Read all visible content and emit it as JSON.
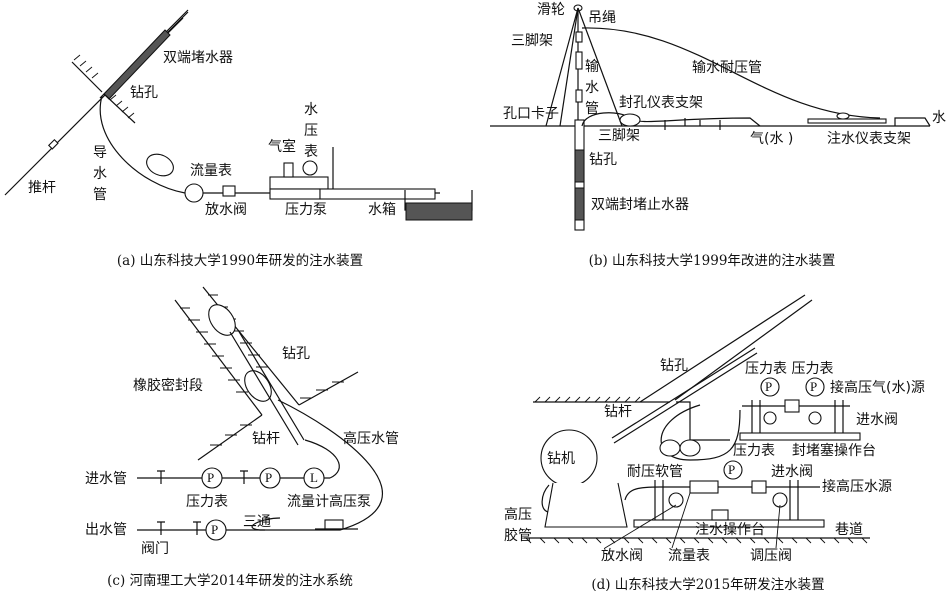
{
  "panel_a": {
    "caption": "(a) 山东科技大学1990年研发的注水装置",
    "labels": {
      "packer": "双端堵水器",
      "borehole": "钻孔",
      "guide_pipe": "导水管",
      "push_rod": "推杆",
      "flowmeter": "流量表",
      "air_chamber": "气室",
      "pressure_gauge": "水压表",
      "drain_valve": "放水阀",
      "pump": "压力泵",
      "tank": "水箱"
    }
  },
  "panel_b": {
    "caption": "(b) 山东科技大学1999年改进的注水装置",
    "labels": {
      "pulley": "滑轮",
      "rope": "吊绳",
      "tripod_top": "三脚架",
      "hose": "输水耐压管",
      "water_pipe": "输水管",
      "clamp": "孔口卡子",
      "seal_bracket": "封孔仪表支架",
      "water": "水",
      "tripod_bottom": "三脚架",
      "borehole": "钻孔",
      "gas_water": "气(水 )",
      "injection_bracket": "注水仪表支架",
      "packer": "双端封堵止水器"
    }
  },
  "panel_c": {
    "caption": "(c) 河南理工大学2014年研发的注水系统",
    "labels": {
      "borehole": "钻孔",
      "rubber_seal": "橡胶密封段",
      "drill_rod": "钻杆",
      "hp_pipe": "高压水管",
      "inlet": "进水管",
      "gauge": "压力表",
      "flow_pump": "流量计高压泵",
      "tee": "三通",
      "outlet": "出水管",
      "valve": "阀门"
    },
    "symbols": {
      "p": "P",
      "l": "L"
    }
  },
  "panel_d": {
    "caption": "(d) 山东科技大学2015年研发注水装置",
    "labels": {
      "borehole": "钻孔",
      "gauges_top": "压力表 压力表",
      "hp_gas_source": "接高压气(水)源",
      "drill_rod": "钻杆",
      "inlet_valve_top": "进水阀",
      "rig": "钻机",
      "gauge_mid": "压力表",
      "plug_table": "封堵塞操作台",
      "soft_hose": "耐压软管",
      "inlet_valve_mid": "进水阀",
      "hp_water_source": "接高压水源",
      "hp_rubber_hose": "高压胶管",
      "roadway": "巷道",
      "injection_table": "注水操作台",
      "drain_valve": "放水阀",
      "flowmeter": "流量表",
      "regulator": "调压阀"
    },
    "symbols": {
      "p": "P"
    }
  }
}
